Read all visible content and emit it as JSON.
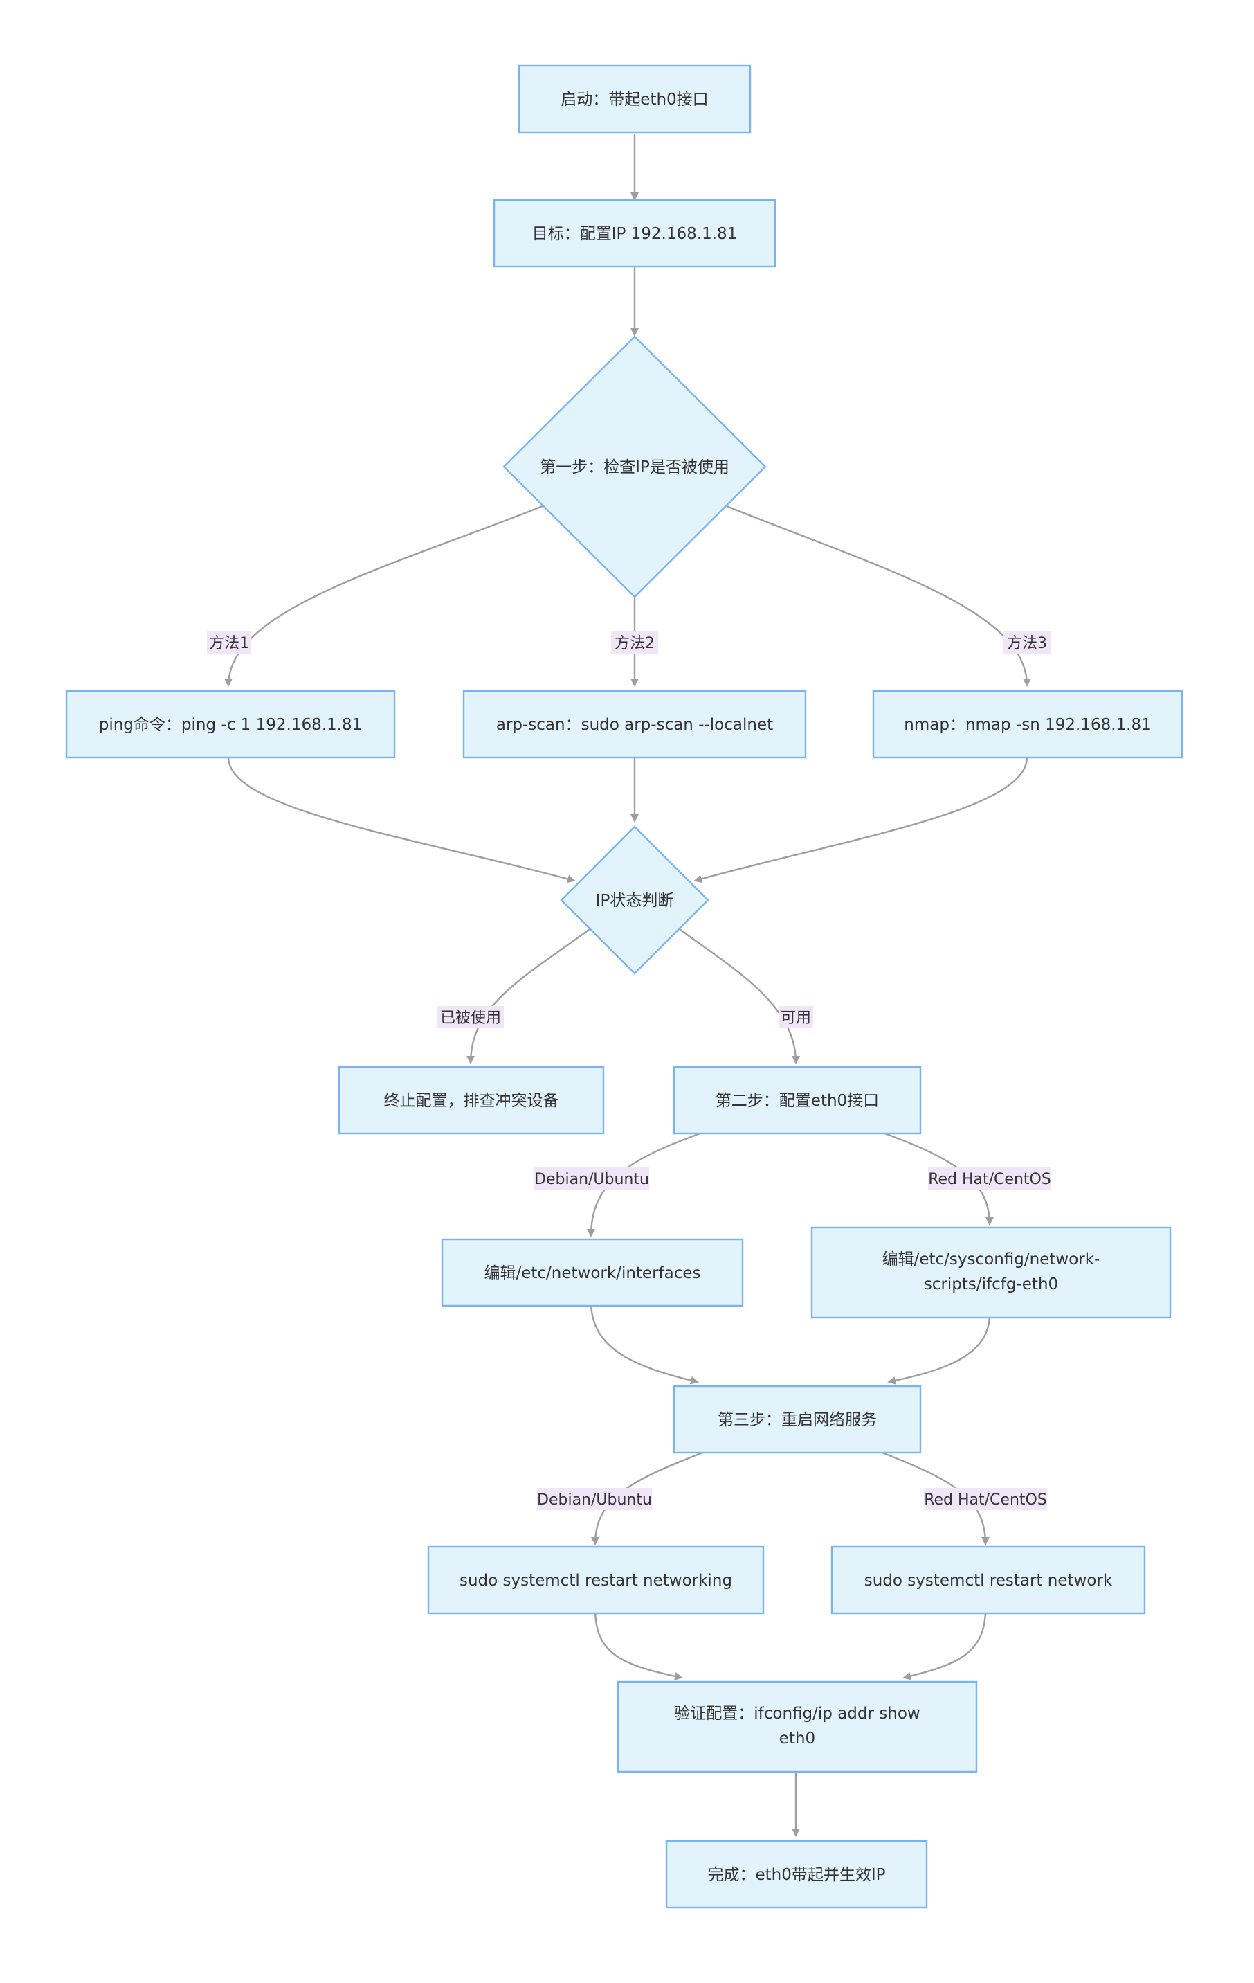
{
  "colors": {
    "node_fill": "#e3f3fb",
    "node_stroke": "#7ab3f2",
    "edge": "#9e9e9e",
    "edge_label_bg": "#f0e6f7",
    "text": "#333333"
  },
  "nodes": {
    "start": "启动：带起eth0接口",
    "goal": "目标：配置IP 192.168.1.81",
    "step1": "第一步：检查IP是否被使用",
    "ping": "ping命令：ping -c 1 192.168.1.81",
    "arpscan": "arp-scan：sudo arp-scan --localnet",
    "nmap": "nmap：nmap -sn 192.168.1.81",
    "ipstatus": "IP状态判断",
    "abort": "终止配置，排查冲突设备",
    "step2": "第二步：配置eth0接口",
    "edit_debian": "编辑/etc/network/interfaces",
    "edit_redhat_1": "编辑/etc/sysconfig/network-",
    "edit_redhat_2": "scripts/ifcfg-eth0",
    "step3": "第三步：重启网络服务",
    "restart_debian": "sudo systemctl restart networking",
    "restart_redhat": "sudo systemctl restart network",
    "verify_1": "验证配置：ifconfig/ip addr show",
    "verify_2": "eth0",
    "done": "完成：eth0带起并生效IP"
  },
  "edge_labels": {
    "method1": "方法1",
    "method2": "方法2",
    "method3": "方法3",
    "in_use": "已被使用",
    "available": "可用",
    "debian1": "Debian/Ubuntu",
    "redhat1": "Red Hat/CentOS",
    "debian2": "Debian/Ubuntu",
    "redhat2": "Red Hat/CentOS"
  }
}
